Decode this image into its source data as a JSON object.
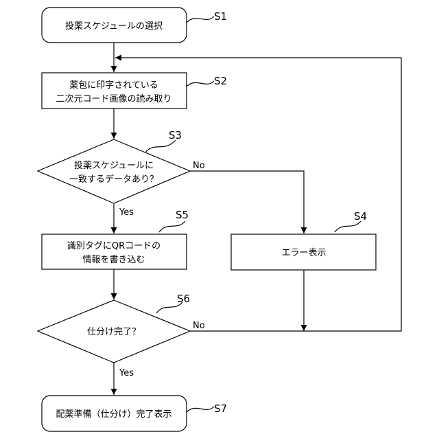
{
  "steps": {
    "s1": {
      "lines": [
        "投薬スケジュールの選択"
      ],
      "label": "S1"
    },
    "s2": {
      "lines": [
        "薬包に印字されている",
        "二次元コード画像の読み取り"
      ],
      "label": "S2"
    },
    "s3": {
      "lines": [
        "投薬スケジュールに",
        "一致するデータあり？"
      ],
      "label": "S3"
    },
    "s4": {
      "lines": [
        "エラー表示"
      ],
      "label": "S4"
    },
    "s5": {
      "lines": [
        "識別タグにQRコードの",
        "情報を書き込む"
      ],
      "label": "S5"
    },
    "s6": {
      "lines": [
        "仕分け完了？"
      ],
      "label": "S6"
    },
    "s7": {
      "lines": [
        "配薬準備（仕分け）完了表示"
      ],
      "label": "S7"
    }
  },
  "branches": {
    "s3_yes": "Yes",
    "s3_no": "No",
    "s6_yes": "Yes",
    "s6_no": "No"
  }
}
